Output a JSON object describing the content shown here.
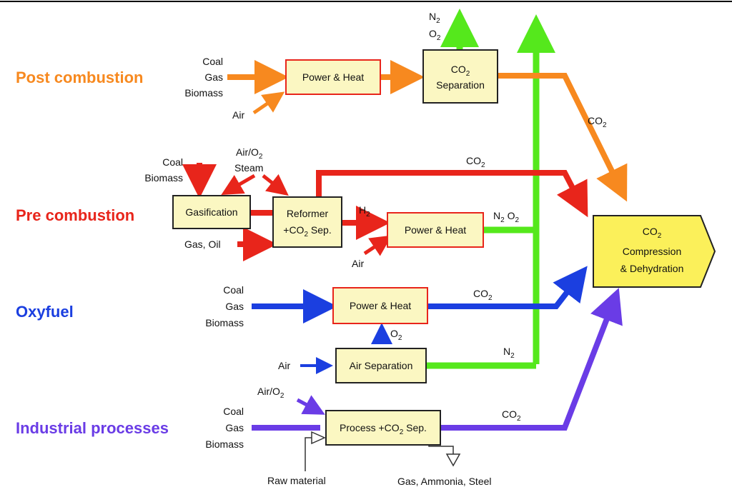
{
  "colors": {
    "post": "#f7891f",
    "pre": "#e8251b",
    "oxy": "#1b3fe0",
    "ind": "#6a3ce6",
    "vent": "#55e81c",
    "box_fill": "#fbf7c2",
    "product_fill": "#fbf05a"
  },
  "categories": {
    "post": "Post combustion",
    "pre": "Pre combustion",
    "oxy": "Oxyfuel",
    "ind": "Industrial processes"
  },
  "inputs": {
    "post_fuel": [
      "Coal",
      "Gas",
      "Biomass"
    ],
    "post_air": "Air",
    "pre_fuel": [
      "Coal",
      "Biomass"
    ],
    "pre_airsteam": [
      "Air/O",
      "2",
      "Steam"
    ],
    "pre_gasoil": "Gas, Oil",
    "pre_air": "Air",
    "oxy_fuel": [
      "Coal",
      "Gas",
      "Biomass"
    ],
    "oxy_air": "Air",
    "ind_air": [
      "Air/O",
      "2"
    ],
    "ind_fuel": [
      "Coal",
      "Gas",
      "Biomass"
    ],
    "raw_material": "Raw material",
    "products": "Gas, Ammonia, Steel"
  },
  "boxes": {
    "post_power": "Power & Heat",
    "post_sep": [
      "CO",
      "2",
      "Separation"
    ],
    "gasification": "Gasification",
    "reformer": [
      "Reformer",
      "+CO",
      "2",
      " Sep."
    ],
    "pre_power": "Power & Heat",
    "oxy_power": "Power & Heat",
    "air_sep": "Air Separation",
    "process": [
      "Process +CO",
      "2",
      " Sep."
    ],
    "final": [
      "CO",
      "2",
      "Compression",
      "& Dehydration"
    ]
  },
  "flows": {
    "co2": [
      "CO",
      "2"
    ],
    "n2": [
      "N",
      "2"
    ],
    "o2": [
      "O",
      "2"
    ],
    "h2": [
      "H",
      "2"
    ],
    "n2o2": [
      "N",
      "2",
      " O",
      "2"
    ]
  }
}
